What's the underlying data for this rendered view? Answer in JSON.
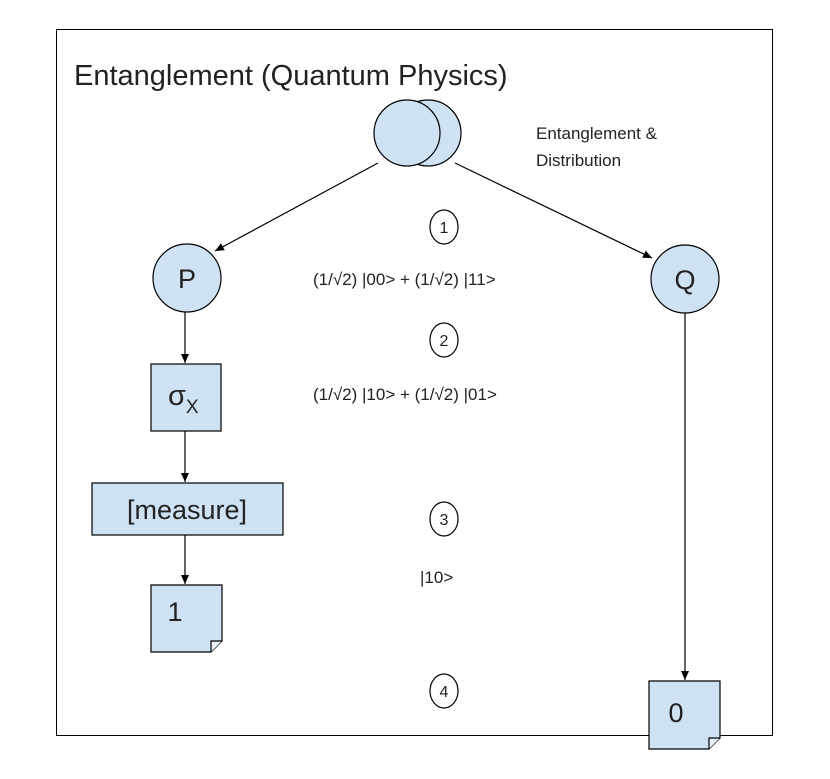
{
  "title": "Entanglement (Quantum Physics)",
  "source_label_line1": "Entanglement &",
  "source_label_line2": "Distribution",
  "nodes": {
    "p": "P",
    "q": "Q",
    "sigma_symbol": "σ",
    "sigma_subscript": "X",
    "measure": "[measure]",
    "result_p": "1",
    "result_q": "0"
  },
  "steps": [
    {
      "number": "1",
      "state": "(1/√2) |00> + (1/√2) |11>"
    },
    {
      "number": "2",
      "state": "(1/√2) |10> + (1/√2) |01>"
    },
    {
      "number": "3",
      "state": "|10>"
    },
    {
      "number": "4",
      "state": ""
    }
  ],
  "colors": {
    "node_fill": "#cfe2f3",
    "stroke": "#000000",
    "text": "#222222",
    "background": "#ffffff"
  }
}
